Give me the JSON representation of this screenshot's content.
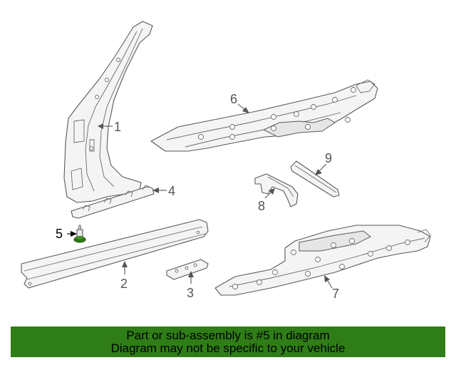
{
  "callouts": {
    "c1": "1",
    "c2": "2",
    "c3": "3",
    "c4": "4",
    "c5": "5",
    "c6": "6",
    "c7": "7",
    "c8": "8",
    "c9": "9"
  },
  "highlight": {
    "part": "5",
    "color": "#2f7d16"
  },
  "banner": {
    "line1": "Part or sub-assembly is #5 in diagram",
    "line2": "Diagram may not be specific to your vehicle",
    "background": "#2f7d16"
  }
}
